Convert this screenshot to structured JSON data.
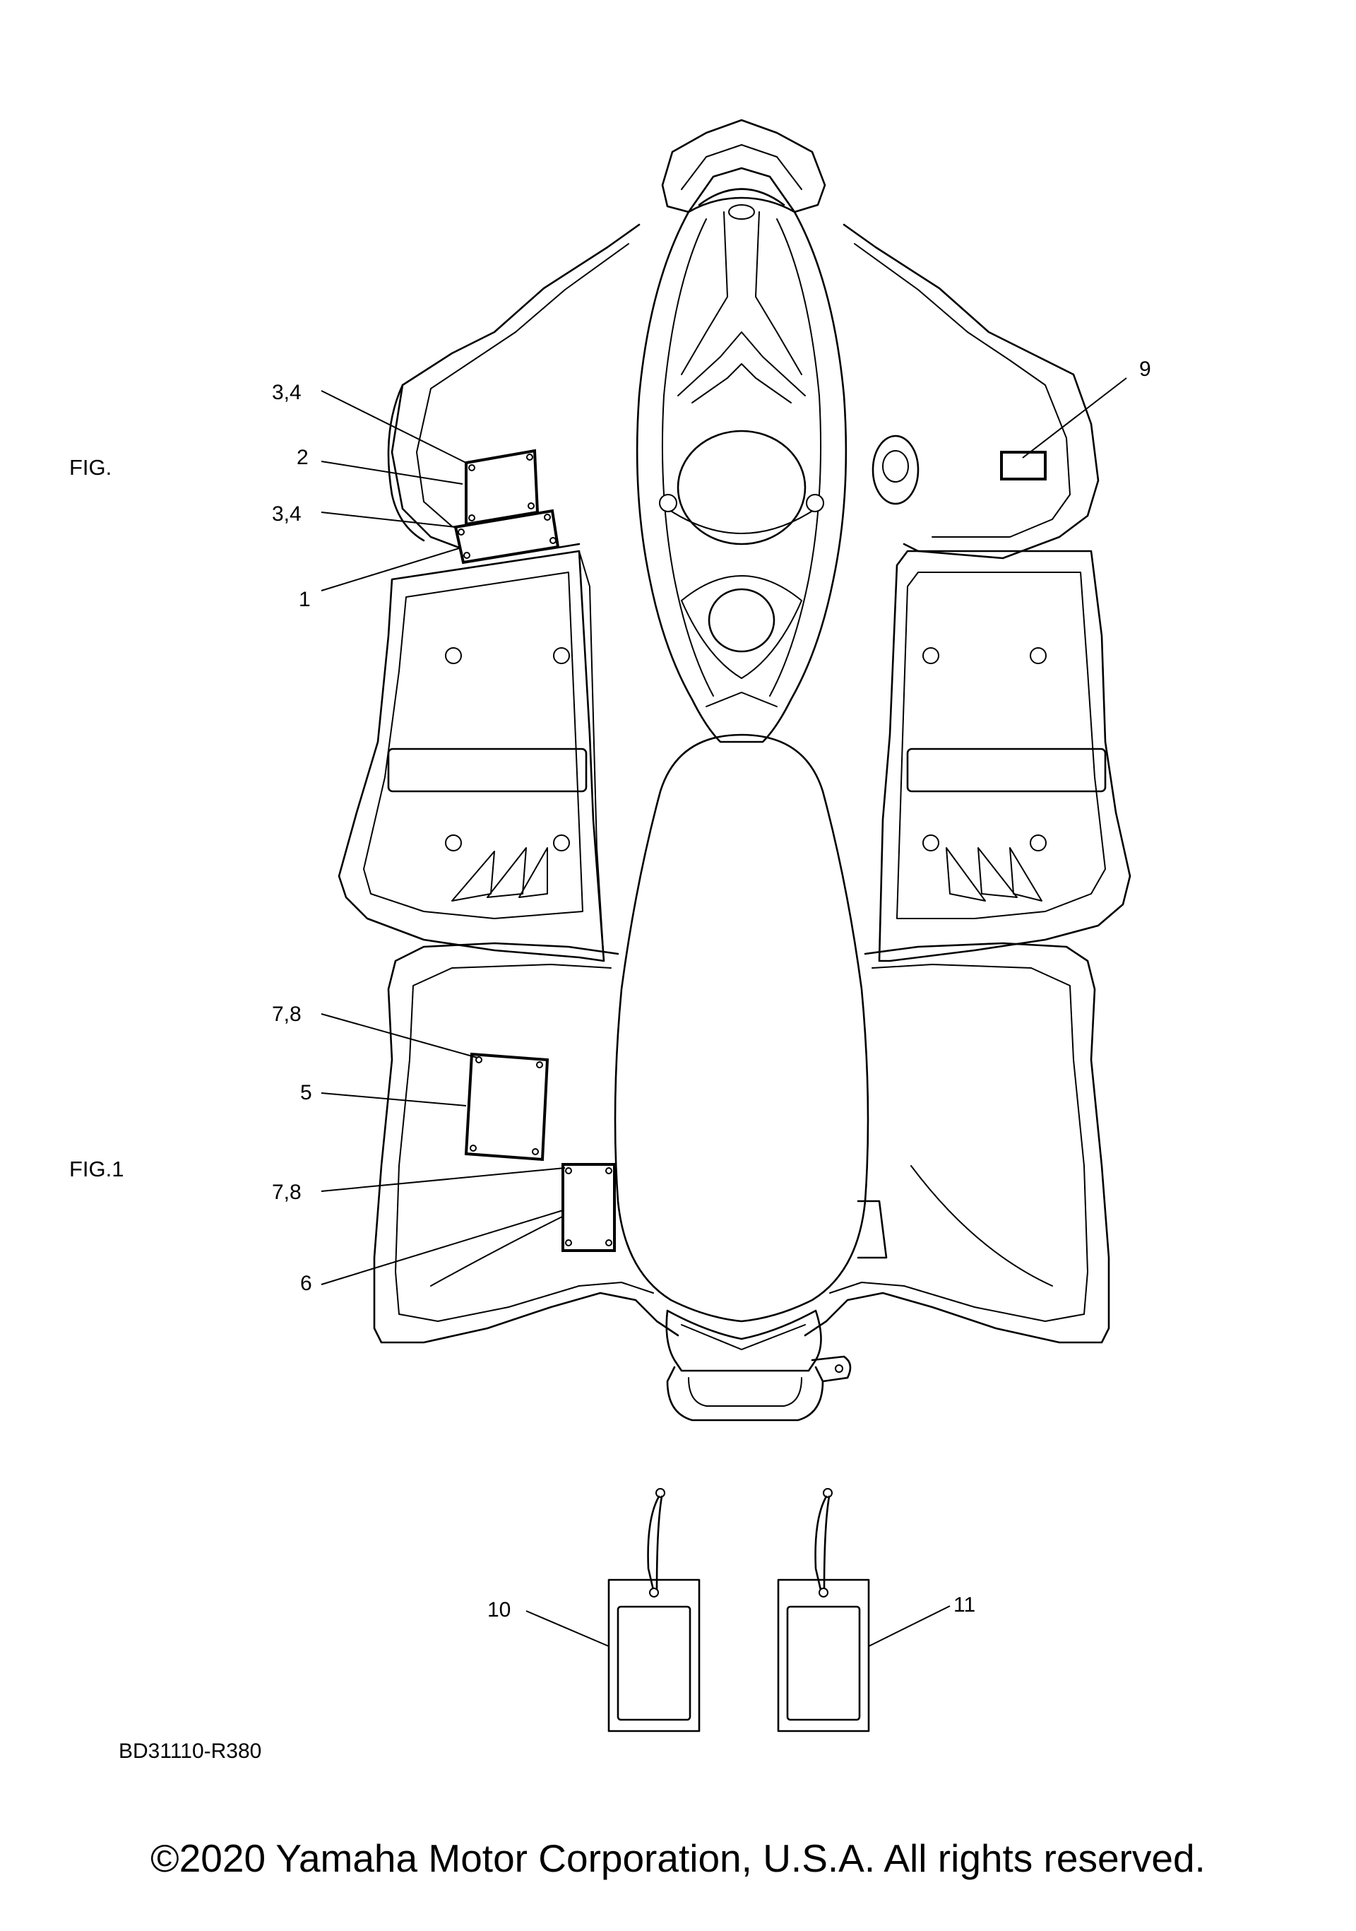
{
  "figure_labels": {
    "fig_top": "FIG.",
    "fig_bottom": "FIG.1"
  },
  "callouts": [
    {
      "id": "c1",
      "text": "3,4"
    },
    {
      "id": "c2",
      "text": "2"
    },
    {
      "id": "c3",
      "text": "3,4"
    },
    {
      "id": "c4",
      "text": "1"
    },
    {
      "id": "c5",
      "text": "9"
    },
    {
      "id": "c6",
      "text": "7,8"
    },
    {
      "id": "c7",
      "text": "5"
    },
    {
      "id": "c8",
      "text": "7,8"
    },
    {
      "id": "c9",
      "text": "6"
    },
    {
      "id": "c10",
      "text": "10"
    },
    {
      "id": "c11",
      "text": "11"
    }
  ],
  "diagram_code": "BD31110-R380",
  "copyright": "©2020 Yamaha Motor Corporation, U.S.A. All rights reserved."
}
